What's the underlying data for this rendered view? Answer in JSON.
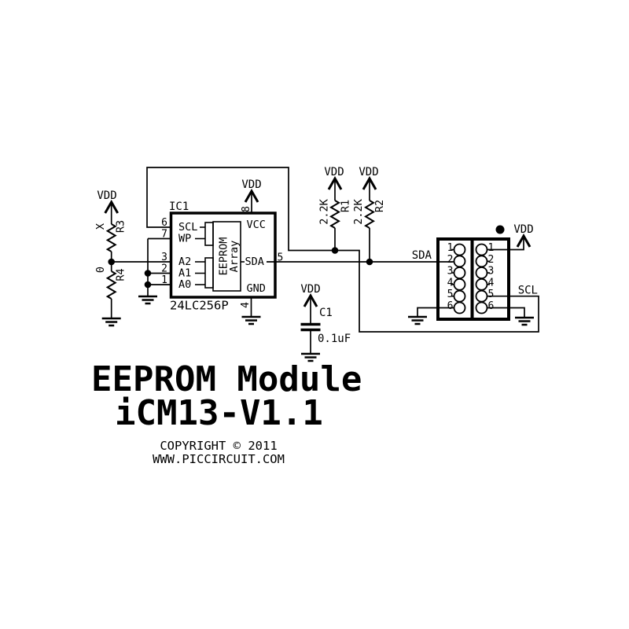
{
  "ic": {
    "refdes": "IC1",
    "part_number": "24LC256P",
    "block_label_1": "EEPROM",
    "block_label_2": "Array",
    "pins": {
      "scl": {
        "num": "6",
        "label": "SCL"
      },
      "wp": {
        "num": "7",
        "label": "WP"
      },
      "a2": {
        "num": "3",
        "label": "A2"
      },
      "a1": {
        "num": "2",
        "label": "A1"
      },
      "a0": {
        "num": "1",
        "label": "A0"
      },
      "vcc": {
        "num": "8",
        "label": "VCC"
      },
      "sda": {
        "num": "5",
        "label": "SDA"
      },
      "gnd": {
        "num": "4",
        "label": "GND"
      }
    }
  },
  "resistors": {
    "r1": {
      "refdes": "R1",
      "value": "2.2K"
    },
    "r2": {
      "refdes": "R2",
      "value": "2.2K"
    },
    "r3": {
      "refdes": "R3",
      "value": "X"
    },
    "r4": {
      "refdes": "R4",
      "value": "0"
    }
  },
  "capacitor": {
    "refdes": "C1",
    "value": "0.1uF"
  },
  "power": {
    "vdd_label": "VDD"
  },
  "nets": {
    "sda": "SDA",
    "scl": "SCL"
  },
  "connector": {
    "left_pins": [
      "1",
      "2",
      "3",
      "4",
      "5",
      "6"
    ],
    "right_pins": [
      "1",
      "2",
      "3",
      "4",
      "5",
      "6"
    ]
  },
  "title_block": {
    "title": "EEPROM Module",
    "subtitle": "iCM13-V1.1",
    "copyright": "COPYRIGHT © 2011",
    "website": "WWW.PICCIRCUIT.COM"
  }
}
